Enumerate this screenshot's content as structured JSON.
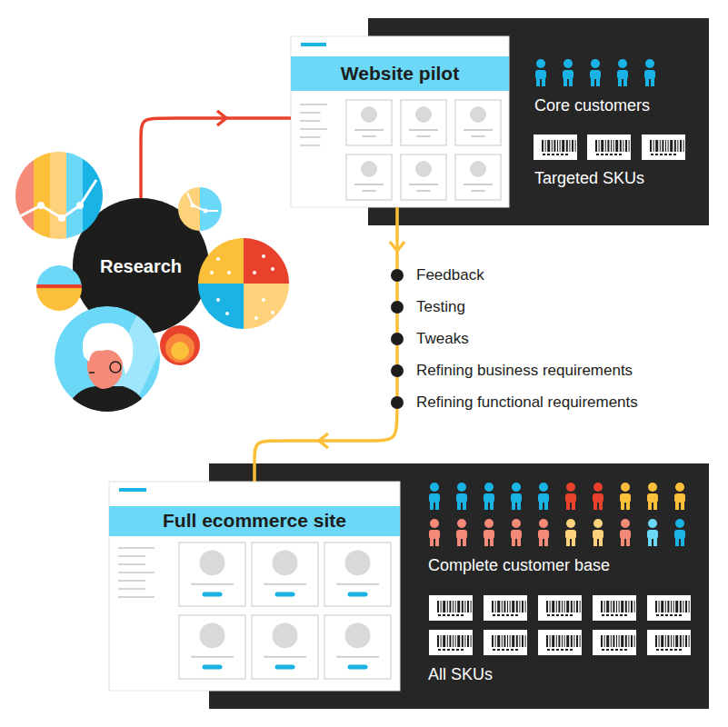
{
  "diagram": {
    "nodes": [
      {
        "text": [
          "Research"
        ]
      },
      {
        "text": [
          "Website pilot"
        ]
      },
      {
        "text": [
          "Core customers",
          "Targeted SKUs"
        ]
      },
      {
        "text": [
          "Full ecommerce site"
        ]
      },
      {
        "text": [
          "Complete customer base",
          "All SKUs"
        ]
      }
    ],
    "edges": [
      {
        "from": 0,
        "to": 1,
        "arrow": "to"
      },
      {
        "from": 1,
        "to": 3,
        "arrow": "to"
      }
    ],
    "labels": [
      "Feedback",
      "Testing",
      "Tweaks",
      "Refining business requirements",
      "Refining functional requirements"
    ]
  }
}
